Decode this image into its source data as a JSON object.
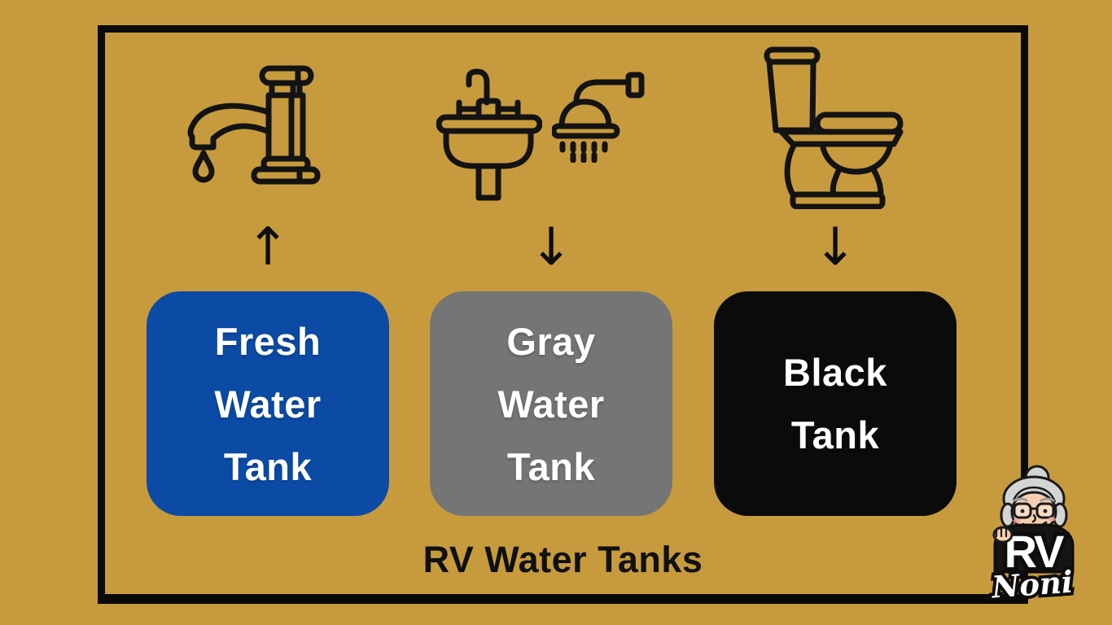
{
  "background_color": "#C79B3D",
  "frame": {
    "border_color": "#0A0A0A"
  },
  "title": "RV Water Tanks",
  "icons": [
    {
      "name": "faucet-icon",
      "meaning": "drinking water faucet"
    },
    {
      "name": "sink-icon",
      "meaning": "bathroom sink"
    },
    {
      "name": "shower-head-icon",
      "meaning": "shower"
    },
    {
      "name": "toilet-icon",
      "meaning": "toilet"
    }
  ],
  "arrows": [
    {
      "direction": "up",
      "glyph": "↑"
    },
    {
      "direction": "down",
      "glyph": "↓"
    },
    {
      "direction": "down",
      "glyph": "↓"
    }
  ],
  "tanks": [
    {
      "id": "fresh",
      "label": "Fresh\nWater\nTank",
      "color": "#0B4BA6",
      "text_color": "#FFFFFF"
    },
    {
      "id": "gray",
      "label": "Gray\nWater\nTank",
      "color": "#757575",
      "text_color": "#FFFFFF"
    },
    {
      "id": "black",
      "label": "Black\nTank",
      "color": "#0B0B0B",
      "text_color": "#FFFFFF"
    }
  ],
  "logo": {
    "line1": "RV",
    "line2": "Noni"
  }
}
